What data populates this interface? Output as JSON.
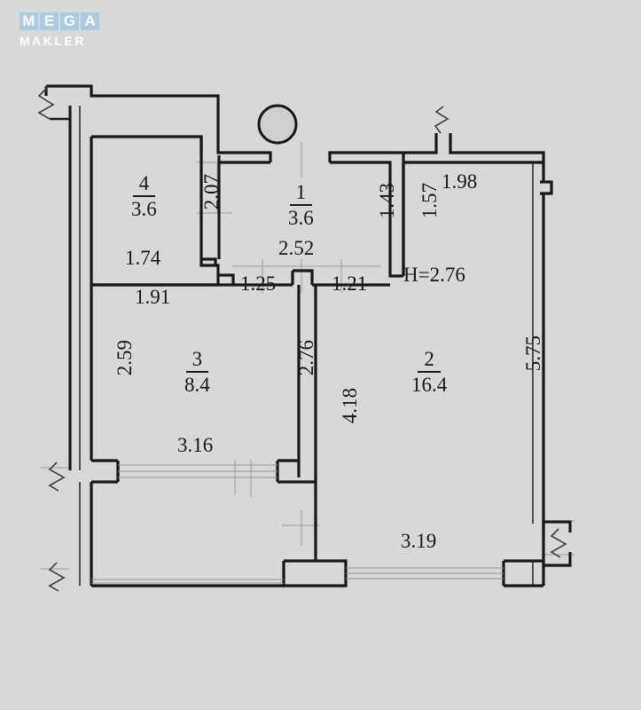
{
  "watermark": {
    "brand_letters": [
      "M",
      "E",
      "G",
      "A"
    ],
    "subtitle": "MAKLER",
    "box_color": "#a8cde4",
    "text_color": "#ffffff"
  },
  "plan": {
    "background_color": "#d8d9d6",
    "line_color": "#15181c",
    "ceiling_height_label": "H=2.76"
  },
  "rooms": [
    {
      "number": "4",
      "area": "3.6"
    },
    {
      "number": "1",
      "area": "3.6"
    },
    {
      "number": "3",
      "area": "8.4"
    },
    {
      "number": "2",
      "area": "16.4"
    }
  ],
  "dimensions": {
    "room4_width": "1.74",
    "room4_height": "2.07",
    "wall_below_room4": "1.91",
    "room1_width": "2.52",
    "segment_left": "1.25",
    "segment_right": "1.21",
    "corridor_right_height": "1.43",
    "room2_left_height": "1.57",
    "room2_top_width": "1.98",
    "room2_right_height": "5.75",
    "room2_bottom_window": "3.19",
    "room3_left_height": "2.59",
    "room3_bottom_window": "3.16",
    "center_wall_left_height": "2.76",
    "center_wall_right_height": "4.18",
    "ceiling_height": "H=2.76"
  }
}
